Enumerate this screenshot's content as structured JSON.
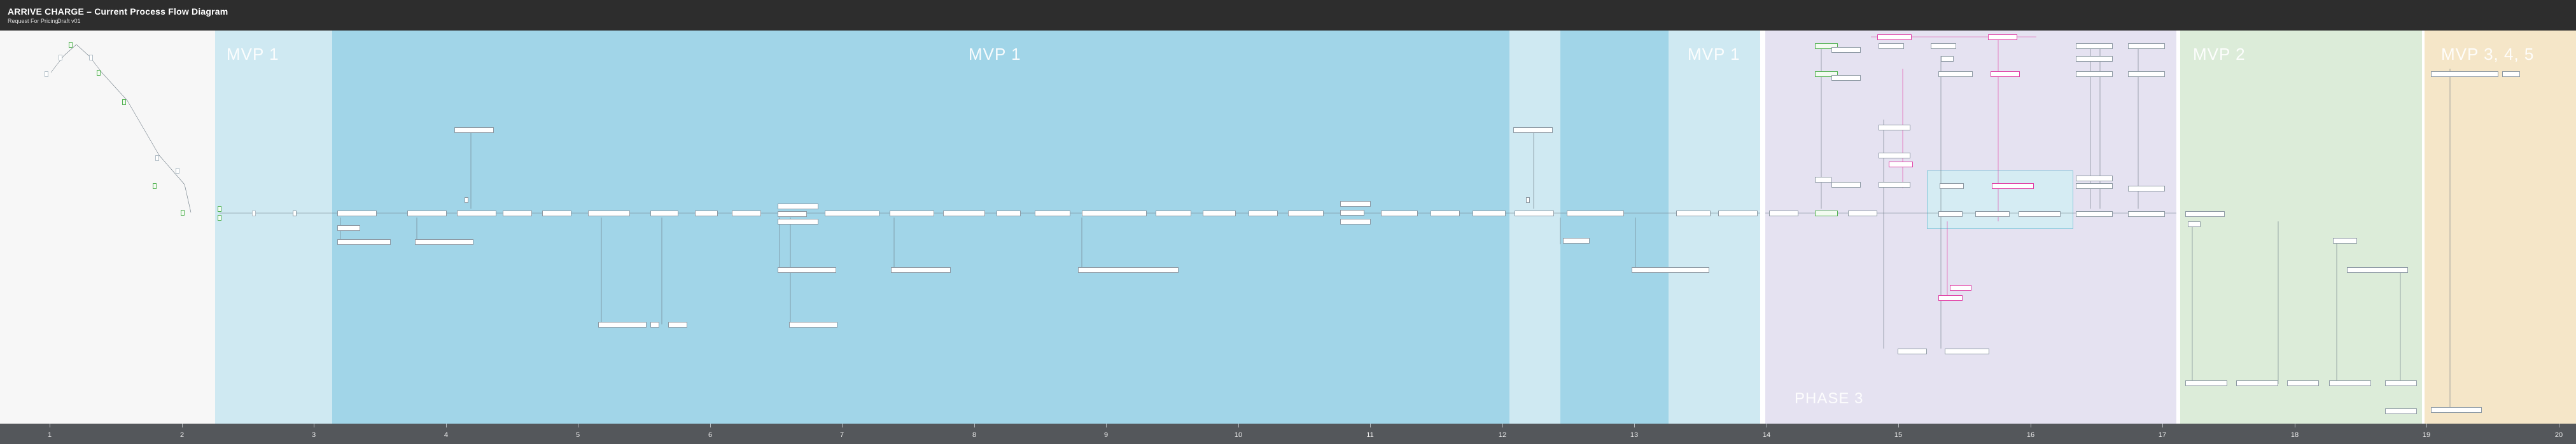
{
  "header": {
    "title": "ARRIVE CHARGE – Current Process Flow Diagram",
    "subtitle": "Request For Pricing",
    "version": "Draft v01"
  },
  "phases": {
    "mvp1_a": "MVP 1",
    "mvp1_b": "MVP 1",
    "mvp1_c": "MVP 1",
    "phase3": "PHASE 3",
    "mvp2": "MVP 2",
    "mvp345": "MVP 3, 4, 5"
  },
  "ruler": [
    "1",
    "2",
    "3",
    "4",
    "5",
    "6",
    "7",
    "8",
    "9",
    "10",
    "11",
    "12",
    "13",
    "14",
    "15",
    "16",
    "17",
    "18",
    "19",
    "20"
  ],
  "colors": {
    "header": "#2d2d2d",
    "mvp1_light": "#cfe9f2",
    "mvp1_dark": "#a1d5e8",
    "phase3": "#e5e2f1",
    "mvp2": "#dcecd9",
    "mvp345": "#f5e6c8",
    "footer": "#54575b",
    "node_green": "#56b356",
    "node_pink": "#e040a6"
  }
}
